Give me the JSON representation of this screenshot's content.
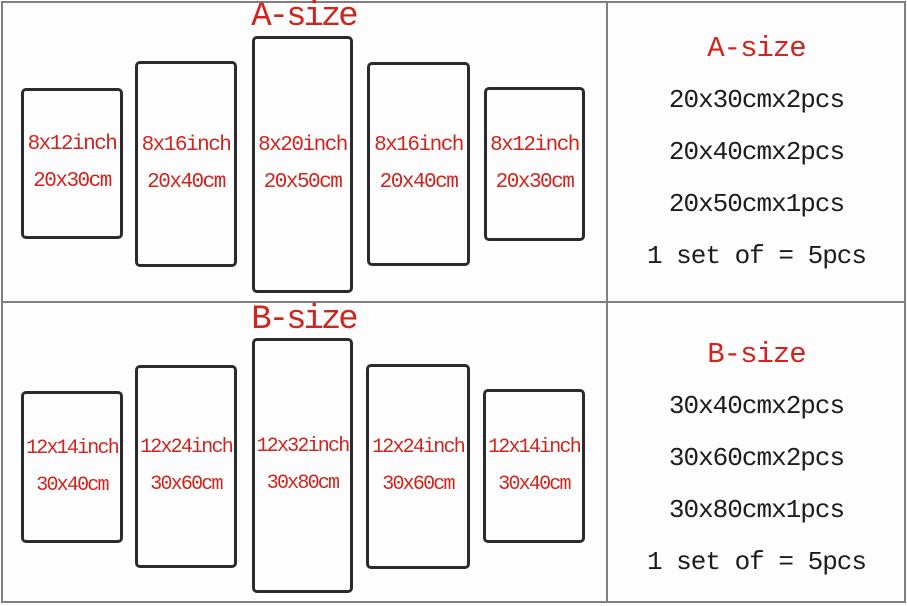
{
  "colors": {
    "accent_red": "#d0251e",
    "text_black": "#1c1c1c",
    "panel_border": "#2b2b2b",
    "frame_border": "#7f7f7f",
    "background": "#fdfdfd"
  },
  "sections": [
    {
      "name": "A",
      "diagram_title": "A-size",
      "panels": [
        {
          "inch": "8x12inch",
          "cm": "20x30cm"
        },
        {
          "inch": "8x16inch",
          "cm": "20x40cm"
        },
        {
          "inch": "8x20inch",
          "cm": "20x50cm"
        },
        {
          "inch": "8x16inch",
          "cm": "20x40cm"
        },
        {
          "inch": "8x12inch",
          "cm": "20x30cm"
        }
      ],
      "info": {
        "title": "A-size",
        "lines": [
          "20x30cmx2pcs",
          "20x40cmx2pcs",
          "20x50cmx1pcs",
          "1 set of = 5pcs"
        ]
      }
    },
    {
      "name": "B",
      "diagram_title": "B-size",
      "panels": [
        {
          "inch": "12x14inch",
          "cm": "30x40cm"
        },
        {
          "inch": "12x24inch",
          "cm": "30x60cm"
        },
        {
          "inch": "12x32inch",
          "cm": "30x80cm"
        },
        {
          "inch": "12x24inch",
          "cm": "30x60cm"
        },
        {
          "inch": "12x14inch",
          "cm": "30x40cm"
        }
      ],
      "info": {
        "title": "B-size",
        "lines": [
          "30x40cmx2pcs",
          "30x60cmx2pcs",
          "30x80cmx1pcs",
          "1 set of = 5pcs"
        ]
      }
    }
  ]
}
